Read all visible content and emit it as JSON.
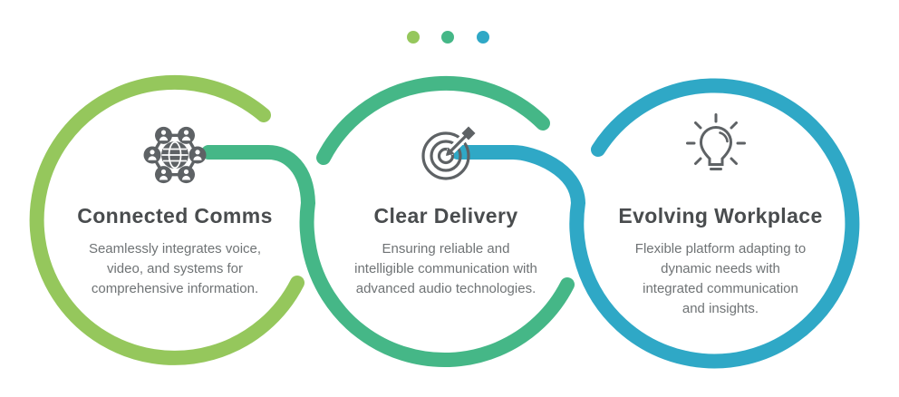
{
  "theme": {
    "background": "#ffffff",
    "icon_color": "#5e6265",
    "title_color": "#494c4e",
    "body_text_color": "#6f7375"
  },
  "steps": [
    {
      "title": "Connected Comms",
      "description": "Seamlessly integrates voice,\nvideo, and systems for\ncomprehensive information.",
      "color": "#95C75C",
      "icon": "network-globe-icon"
    },
    {
      "title": "Clear Delivery",
      "description": "Ensuring reliable and\nintelligible communication with\nadvanced audio technologies.",
      "color": "#45B787",
      "icon": "target-arrow-icon"
    },
    {
      "title": "Evolving Workplace",
      "description": "Flexible platform adapting to\ndynamic needs with\nintegrated communication\nand insights.",
      "color": "#2FA8C6",
      "icon": "lightbulb-icon"
    }
  ]
}
